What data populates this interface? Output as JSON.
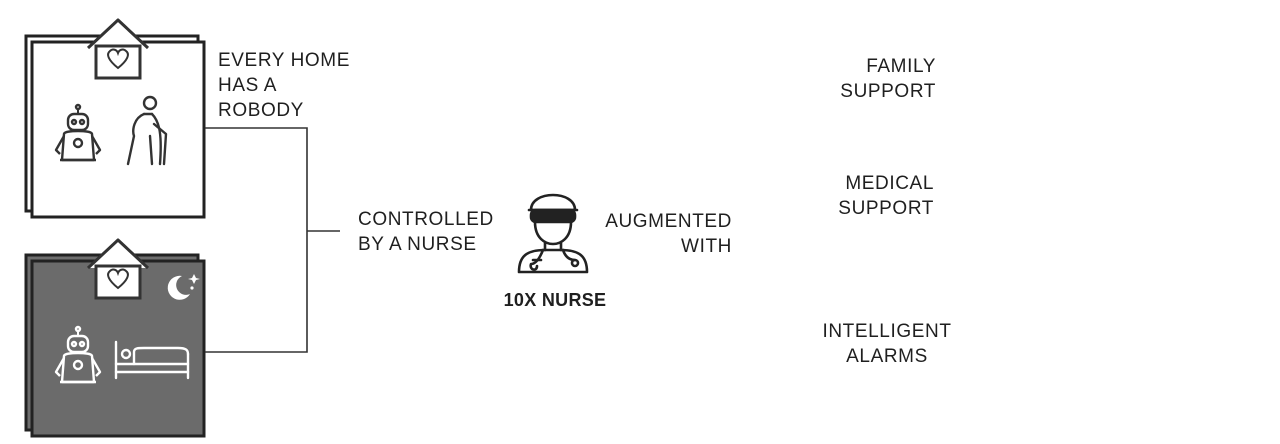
{
  "labels": {
    "every_home": "EVERY HOME\nHAS A\nROBODY",
    "controlled": "CONTROLLED\nBY A NURSE",
    "augmented": "AUGMENTED\nWITH",
    "nurse_title": "10X NURSE",
    "family": "FAMILY\nSUPPORT",
    "medical": "MEDICAL\nSUPPORT",
    "alarms": "INTELLIGENT\nALARMS"
  },
  "colors": {
    "line": "#333333",
    "night_panel": "#6b6b6b",
    "day_panel": "#ffffff",
    "text": "#1f1f1f"
  },
  "icons": [
    "house-heart-icon",
    "robot-icon",
    "elderly-person-icon",
    "bed-icon",
    "moon-stars-icon",
    "nurse-vr-icon",
    "family-heart-icon",
    "medical-kit-icon",
    "alarm-siren-icon"
  ]
}
